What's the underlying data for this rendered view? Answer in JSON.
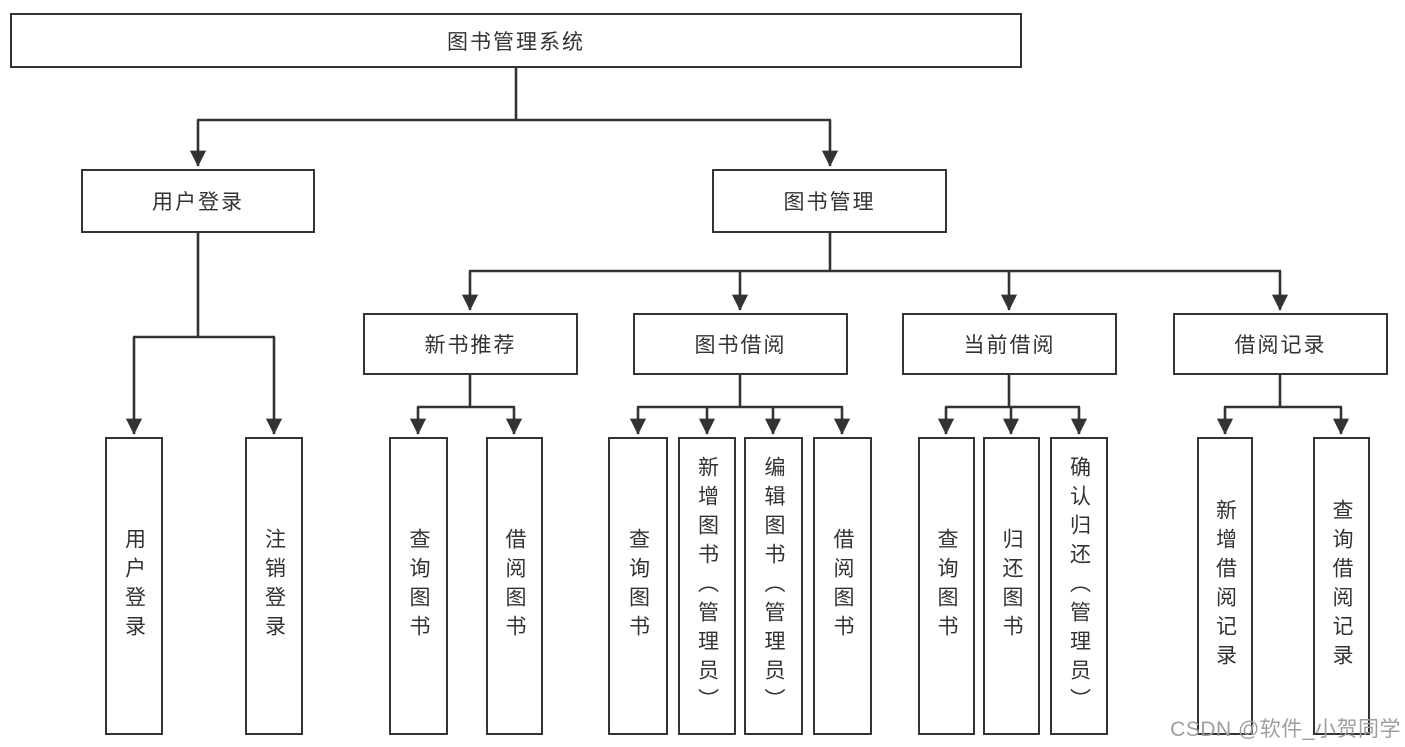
{
  "tree": {
    "root": "图书管理系统",
    "branches": [
      {
        "label": "用户登录",
        "children": [
          "用户登录",
          "注销登录"
        ]
      },
      {
        "label": "图书管理",
        "children": [
          {
            "label": "新书推荐",
            "children": [
              "查询图书",
              "借阅图书"
            ]
          },
          {
            "label": "图书借阅",
            "children": [
              "查询图书",
              "新增图书（管理员）",
              "编辑图书（管理员）",
              "借阅图书"
            ]
          },
          {
            "label": "当前借阅",
            "children": [
              "查询图书",
              "归还图书",
              "确认归还（管理员）"
            ]
          },
          {
            "label": "借阅记录",
            "children": [
              "新增借阅记录",
              "查询借阅记录"
            ]
          }
        ]
      }
    ]
  },
  "watermark": {
    "text": "CSDN @软件_小贺同学",
    "color": "#9e9e9e"
  },
  "colors": {
    "line": "#333333",
    "box_border": "#333333",
    "background": "#ffffff"
  }
}
